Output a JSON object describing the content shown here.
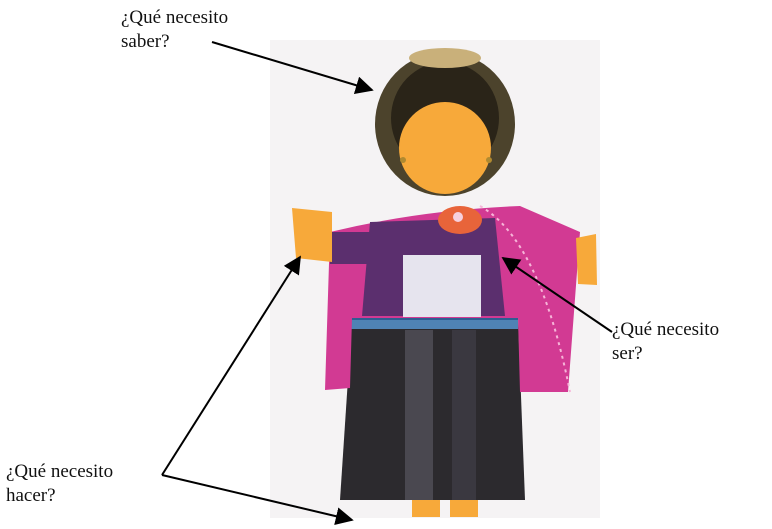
{
  "labels": {
    "saber": "¿Qué necesito\nsaber?",
    "ser": "¿Qué necesito\nser?",
    "hacer": "¿Qué necesito\nhacer?"
  },
  "colors": {
    "skin": "#F7A93A",
    "hat_brim": "#4C432C",
    "hat_band": "#2A2418",
    "shawl": "#D23A93",
    "shawl_dark": "#B3297E",
    "blouse_purple": "#5B2F6E",
    "blouse_white": "#E6E4EE",
    "belt": "#4F83B5",
    "skirt": "#2C2A2E",
    "skirt_light": "#4A4850",
    "arrow": "#000000"
  },
  "icons": [
    "figure-illustration",
    "arrow"
  ]
}
